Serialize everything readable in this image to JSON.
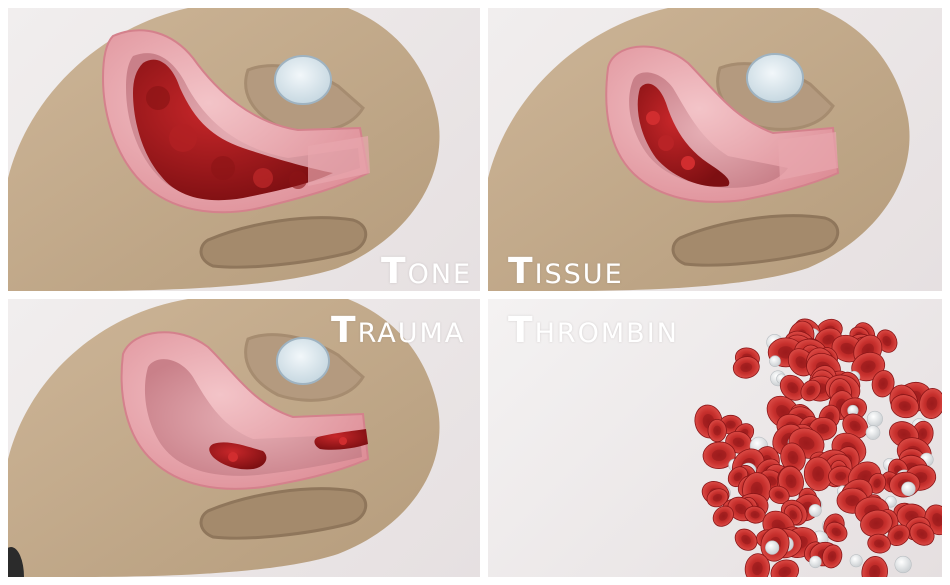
{
  "colors": {
    "background": "#ffffff",
    "panel_bg": "#ebe6e7",
    "skin": "#c2a98a",
    "uterus_wall": "#e9a4ac",
    "cavity": "#d99aa2",
    "blood": "#a81b1d",
    "bladder_fluid": "#dfeaf0",
    "cells": "#c8302c",
    "platelets": "#f2f2f2",
    "label": "#ffffff"
  },
  "panels": [
    {
      "id": "tone",
      "cap": "T",
      "rest": "ONE"
    },
    {
      "id": "tissue",
      "cap": "T",
      "rest": "ISSUE"
    },
    {
      "id": "trauma",
      "cap": "T",
      "rest": "RAUMA"
    },
    {
      "id": "thrombin",
      "cap": "T",
      "rest": "HROMBIN"
    }
  ]
}
